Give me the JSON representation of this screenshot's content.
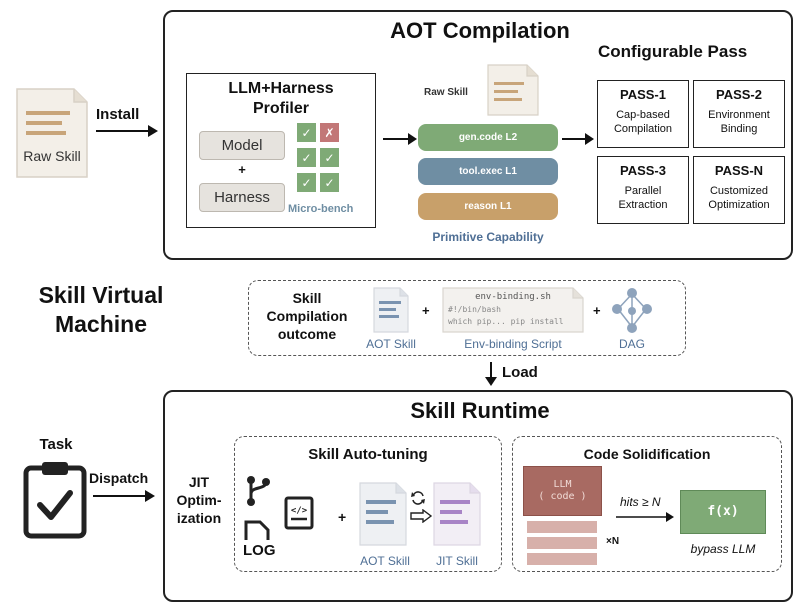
{
  "aot": {
    "title": "AOT Compilation",
    "install_label": "Install",
    "raw_skill_left": "Raw Skill",
    "profiler_title_line1": "LLM+Harness",
    "profiler_title_line2": "Profiler",
    "model_label": "Model",
    "plus": "+",
    "harness_label": "Harness",
    "microbench_label": "Micro-bench",
    "bench_cells": [
      "✓",
      "✗",
      "✓",
      "✓",
      "✓",
      "✓"
    ],
    "raw_skill_mid": "Raw Skill",
    "pills": [
      "gen.code L2",
      "tool.exec L1",
      "reason L1"
    ],
    "primitive_label": "Primitive Capability",
    "configurable_title": "Configurable Pass",
    "passes": [
      {
        "title": "PASS-1",
        "line1": "Cap-based",
        "line2": "Compilation"
      },
      {
        "title": "PASS-2",
        "line1": "Environment",
        "line2": "Binding"
      },
      {
        "title": "PASS-3",
        "line1": "Parallel",
        "line2": "Extraction"
      },
      {
        "title": "PASS-N",
        "line1": "Customized",
        "line2": "Optimization"
      }
    ]
  },
  "vm": {
    "title_line1": "Skill Virtual",
    "title_line2": "Machine",
    "outcome_line1": "Skill",
    "outcome_line2": "Compilation",
    "outcome_line3": "outcome",
    "aot_skill_label": "AOT Skill",
    "plus": "+",
    "script_title": "env-binding.sh",
    "script_line1": "#!/bin/bash",
    "script_line2": "which pip... pip install",
    "script_label": "Env-binding Script",
    "dag_label": "DAG",
    "load_label": "Load"
  },
  "runtime": {
    "title": "Skill Runtime",
    "task_label": "Task",
    "dispatch_label": "Dispatch",
    "jit_line1": "JIT",
    "jit_line2": "Optim-",
    "jit_line3": "ization",
    "autotune_title": "Skill Auto-tuning",
    "log_label": "LOG",
    "plus": "+",
    "aot_skill_label": "AOT Skill",
    "jit_skill_label": "JIT Skill",
    "solid_title": "Code Solidification",
    "llm_box_line1": "LLM",
    "llm_box_line2": "( code )",
    "times_n": "×N",
    "hits_label": "hits ≥ N",
    "fx_label": "f(x)",
    "bypass_label": "bypass LLM"
  },
  "colors": {
    "tan": "#c8a57a",
    "blue_lines": "#7a93b0",
    "purple_lines": "#a884c6",
    "green": "#7faa76",
    "steel": "#6f8ea3",
    "sand": "#c8a06a",
    "red_cell": "#c27777",
    "maroon": "#a86a62",
    "pink": "#d7b0aa",
    "blue_text": "#4f6f95"
  }
}
